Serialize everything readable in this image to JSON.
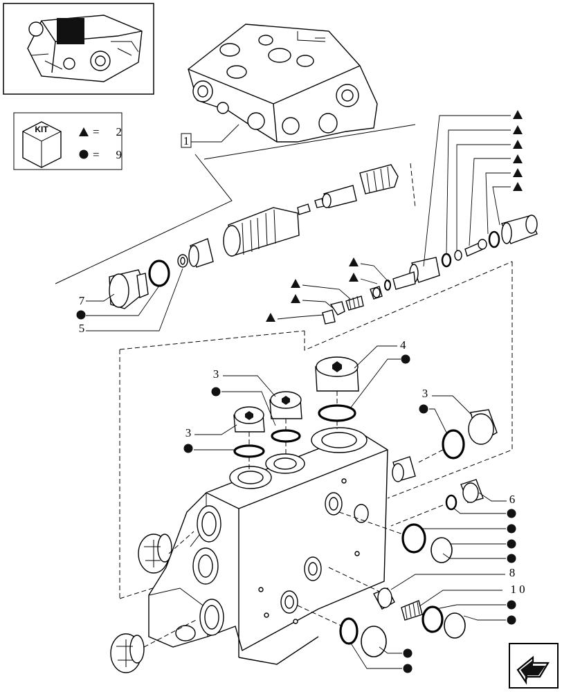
{
  "kit": {
    "label": "KIT",
    "triangle_eq": "=",
    "triangle_count": "2",
    "circle_eq": "=",
    "circle_count": "9"
  },
  "callouts": {
    "item_1": "1",
    "item_3a": "3",
    "item_3b": "3",
    "item_3c": "3",
    "item_4": "4",
    "item_5": "5",
    "item_6": "6",
    "item_7": "7",
    "item_8": "8",
    "item_10": "1 0"
  },
  "icons": {
    "kit_box": "kit-box-icon",
    "triangle": "triangle-symbol",
    "circle": "circle-symbol",
    "nav": "next-page-arrow-icon"
  },
  "colors": {
    "ink": "#000000",
    "paper": "#ffffff"
  }
}
